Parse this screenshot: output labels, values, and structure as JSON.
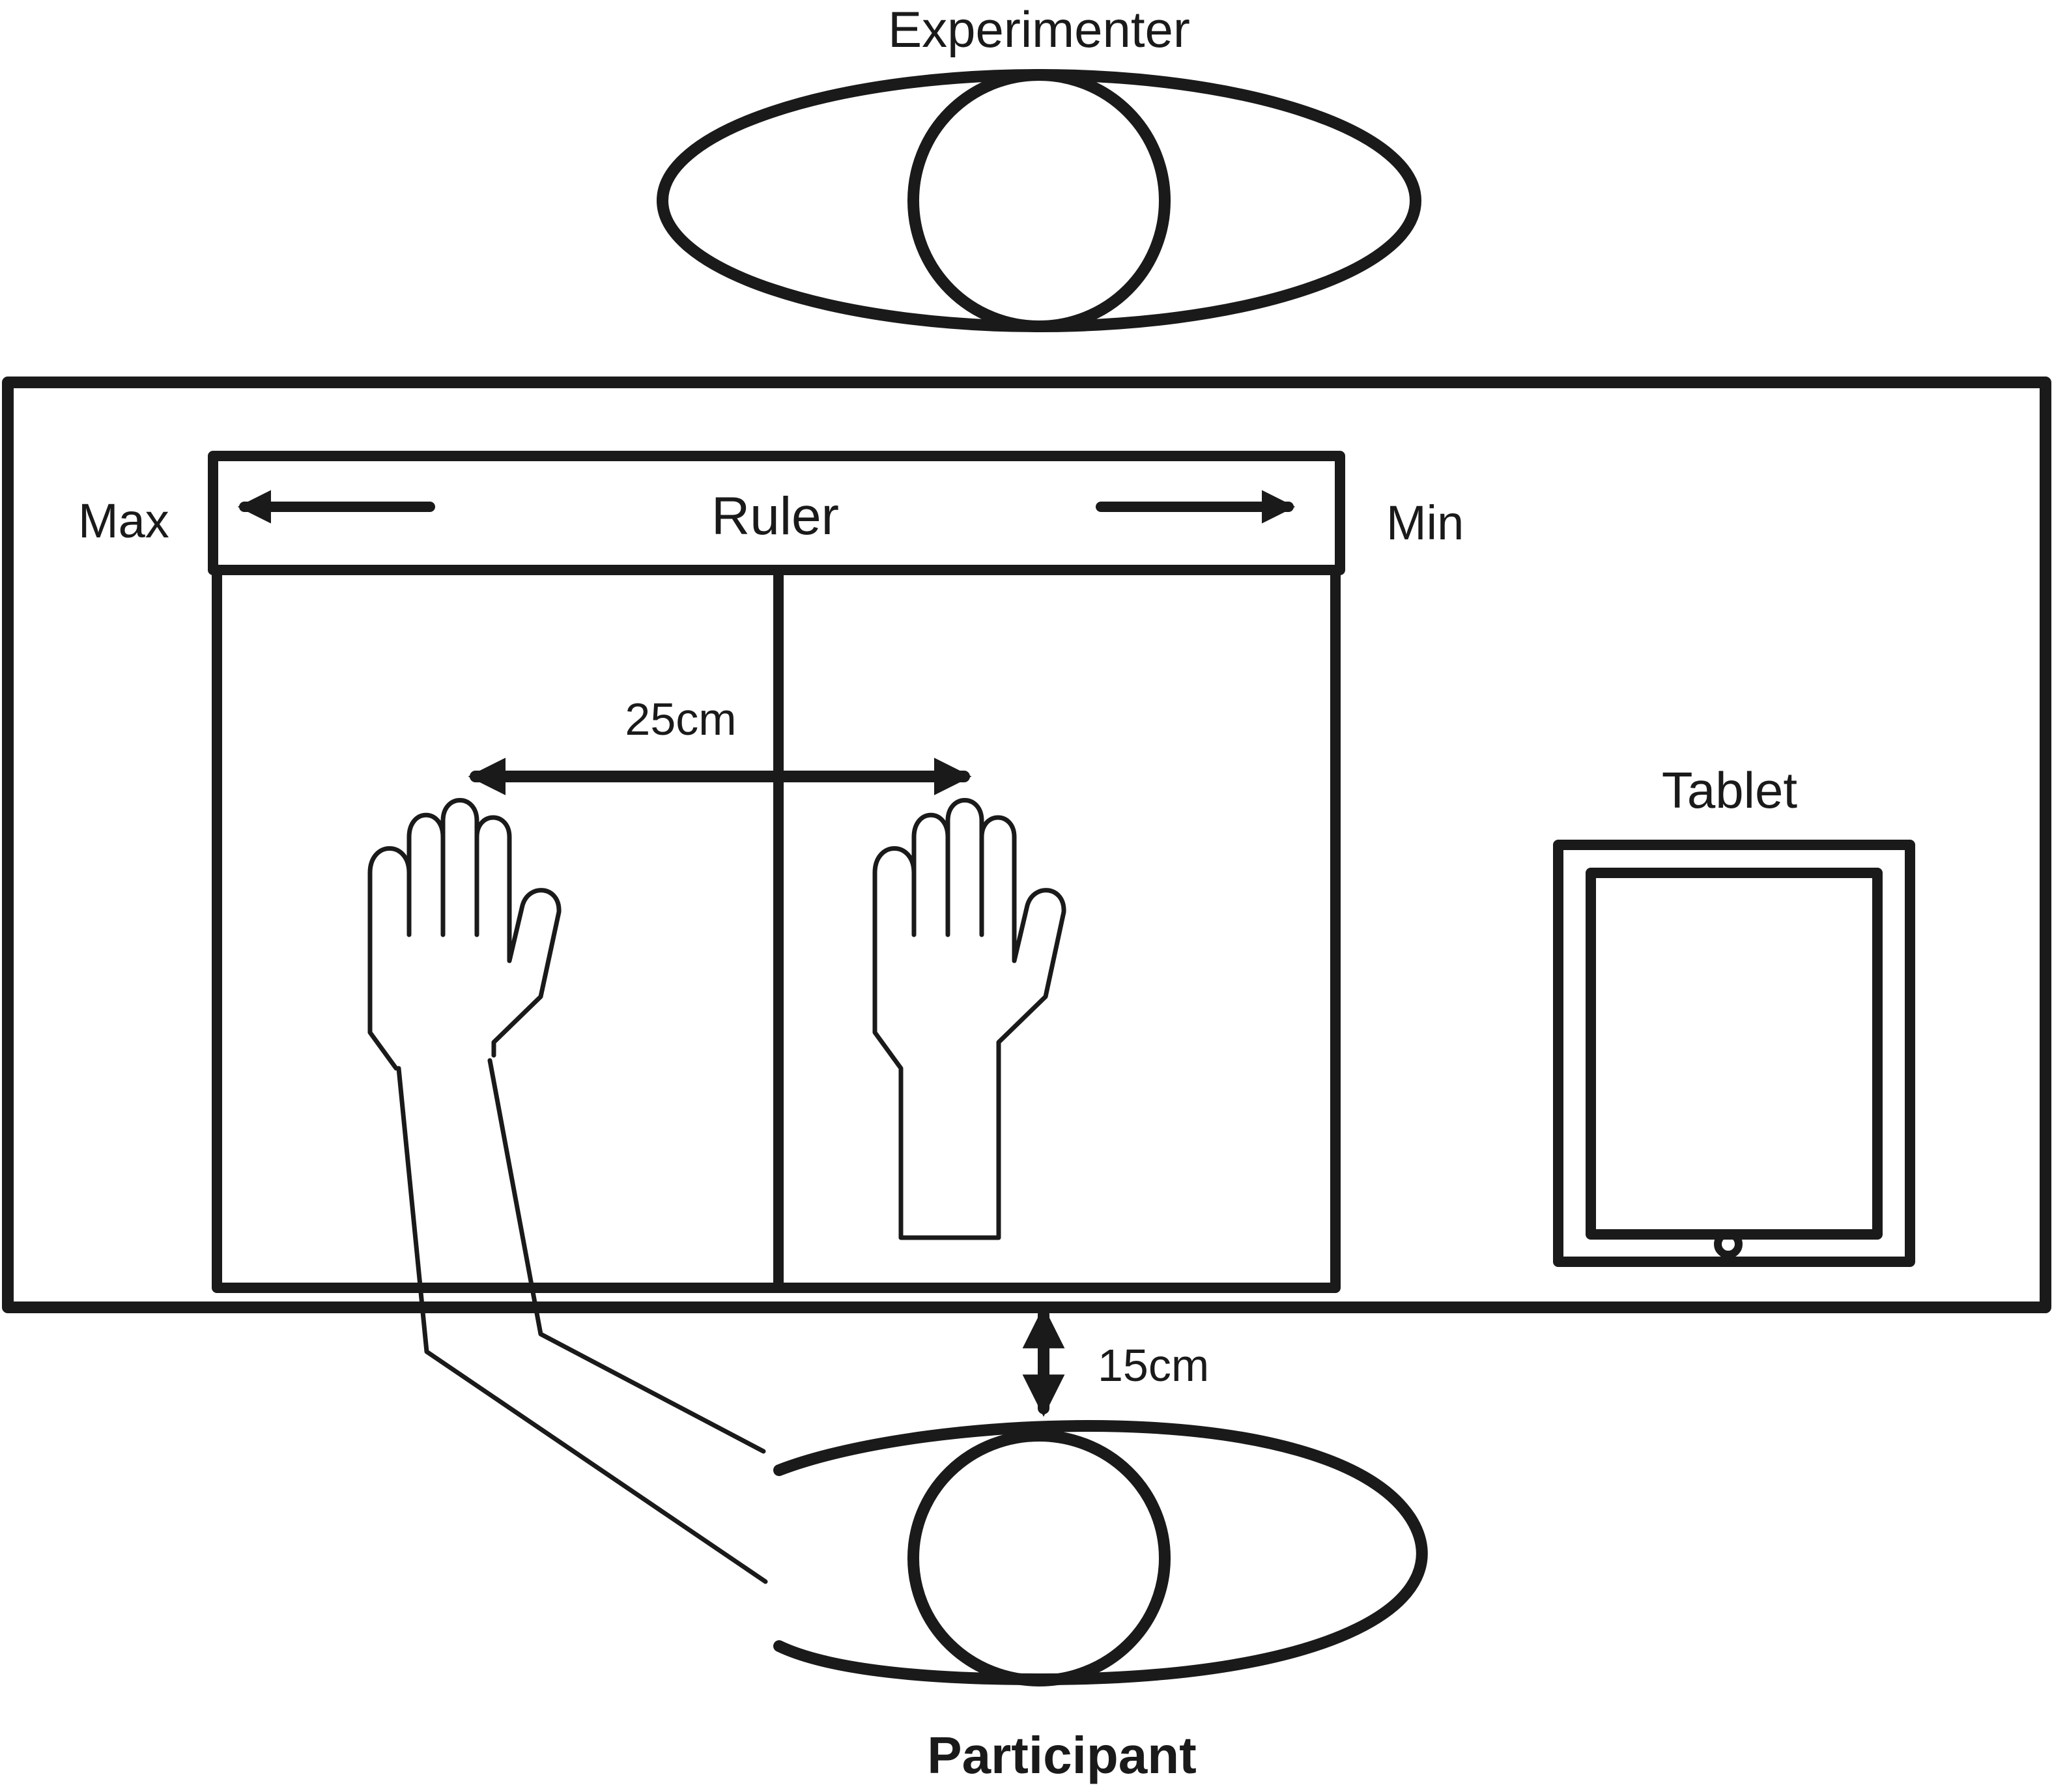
{
  "labels": {
    "experimenter": "Experimenter",
    "participant": "Participant",
    "ruler": "Ruler",
    "max": "Max",
    "min": "Min",
    "hand_distance": "25cm",
    "body_distance": "15cm",
    "tablet": "Tablet"
  },
  "colors": {
    "stroke": "#1a1a1a",
    "background": "#ffffff"
  }
}
